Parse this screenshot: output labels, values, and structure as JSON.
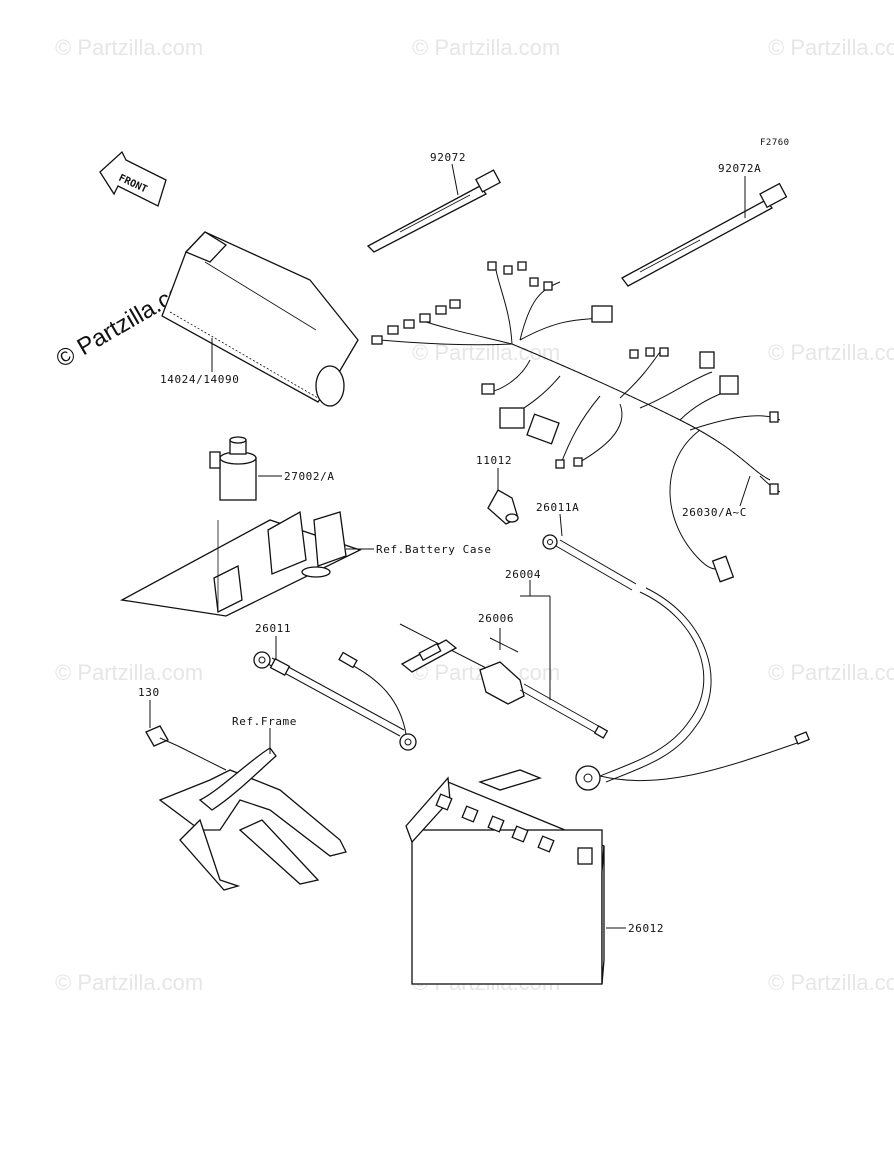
{
  "diagram_code": "F2760",
  "front_arrow_label": "FRONT",
  "watermark_main": "© Partzilla.com",
  "watermark_repeat": "© Partzilla.com",
  "parts": {
    "p92072": "92072",
    "p92072a": "92072A",
    "p14024": "14024/14090",
    "p27002": "27002/A",
    "p11012": "11012",
    "p26030": "26030/A~C",
    "p26011a": "26011A",
    "p26004": "26004",
    "p26006": "26006",
    "p26011": "26011",
    "p130": "130",
    "p26012": "26012"
  },
  "refs": {
    "battery_case": "Ref.Battery Case",
    "frame": "Ref.Frame"
  }
}
